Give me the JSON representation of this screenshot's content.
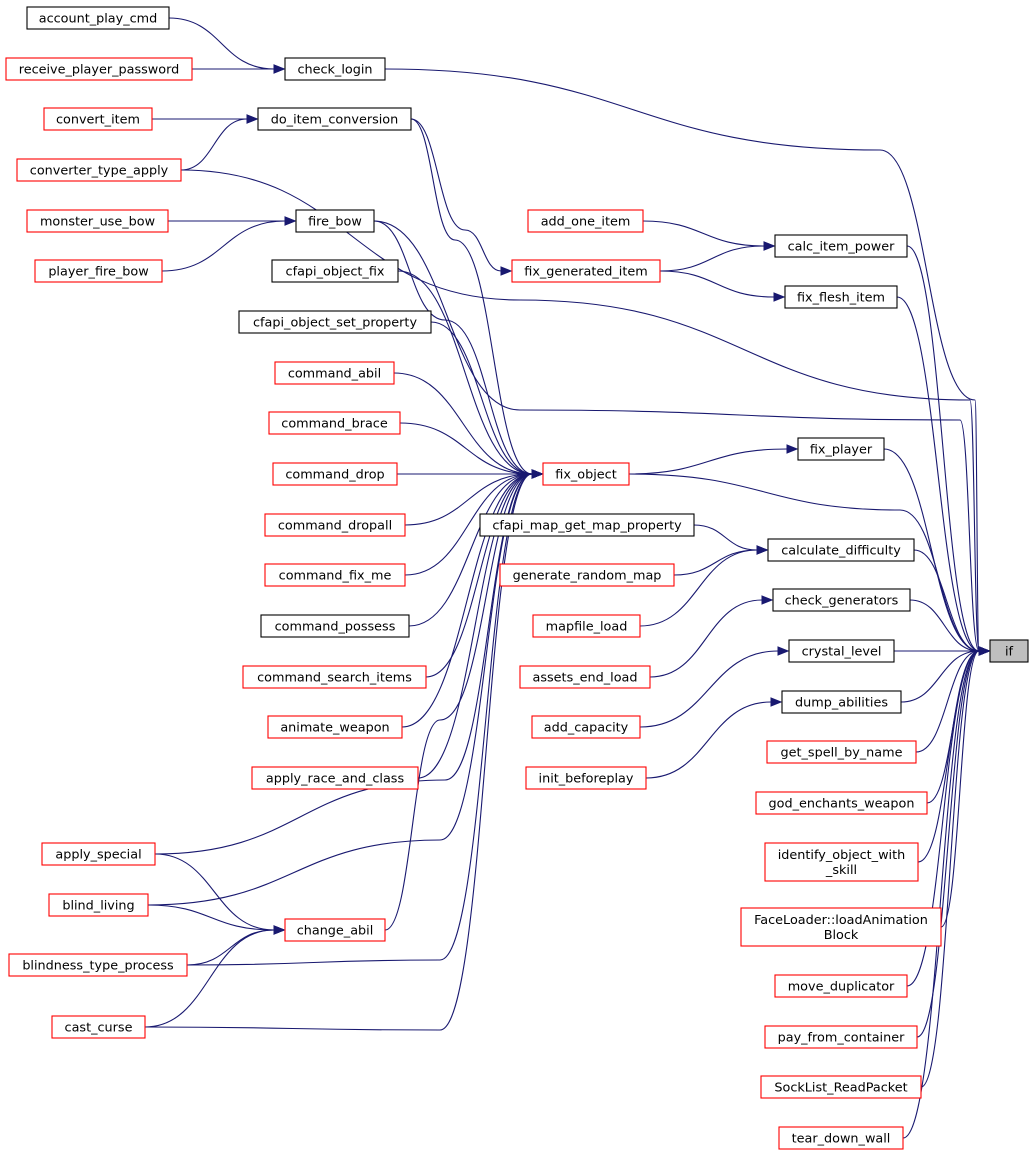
{
  "diagram": {
    "type": "call-graph",
    "colors": {
      "edge": "#191970",
      "normal_border": "#000000",
      "truncated_border": "#ff0000",
      "target_fill": "#bfbfbf"
    },
    "nodes": [
      {
        "id": "account_play_cmd",
        "lines": [
          "account_play_cmd"
        ],
        "style": "black"
      },
      {
        "id": "receive_player_password",
        "lines": [
          "receive_player_password"
        ],
        "style": "red"
      },
      {
        "id": "check_login",
        "lines": [
          "check_login"
        ],
        "style": "black"
      },
      {
        "id": "convert_item",
        "lines": [
          "convert_item"
        ],
        "style": "red"
      },
      {
        "id": "do_item_conversion",
        "lines": [
          "do_item_conversion"
        ],
        "style": "black"
      },
      {
        "id": "converter_type_apply",
        "lines": [
          "converter_type_apply"
        ],
        "style": "red"
      },
      {
        "id": "monster_use_bow",
        "lines": [
          "monster_use_bow"
        ],
        "style": "red"
      },
      {
        "id": "fire_bow",
        "lines": [
          "fire_bow"
        ],
        "style": "black"
      },
      {
        "id": "player_fire_bow",
        "lines": [
          "player_fire_bow"
        ],
        "style": "red"
      },
      {
        "id": "cfapi_object_fix",
        "lines": [
          "cfapi_object_fix"
        ],
        "style": "black"
      },
      {
        "id": "cfapi_object_set_property",
        "lines": [
          "cfapi_object_set_property"
        ],
        "style": "black"
      },
      {
        "id": "command_abil",
        "lines": [
          "command_abil"
        ],
        "style": "red"
      },
      {
        "id": "command_brace",
        "lines": [
          "command_brace"
        ],
        "style": "red"
      },
      {
        "id": "command_drop",
        "lines": [
          "command_drop"
        ],
        "style": "red"
      },
      {
        "id": "command_dropall",
        "lines": [
          "command_dropall"
        ],
        "style": "red"
      },
      {
        "id": "command_fix_me",
        "lines": [
          "command_fix_me"
        ],
        "style": "red"
      },
      {
        "id": "command_possess",
        "lines": [
          "command_possess"
        ],
        "style": "black"
      },
      {
        "id": "command_search_items",
        "lines": [
          "command_search_items"
        ],
        "style": "red"
      },
      {
        "id": "animate_weapon",
        "lines": [
          "animate_weapon"
        ],
        "style": "red"
      },
      {
        "id": "apply_race_and_class",
        "lines": [
          "apply_race_and_class"
        ],
        "style": "red"
      },
      {
        "id": "apply_special",
        "lines": [
          "apply_special"
        ],
        "style": "red"
      },
      {
        "id": "blind_living",
        "lines": [
          "blind_living"
        ],
        "style": "red"
      },
      {
        "id": "change_abil",
        "lines": [
          "change_abil"
        ],
        "style": "red"
      },
      {
        "id": "blindness_type_process",
        "lines": [
          "blindness_type_process"
        ],
        "style": "red"
      },
      {
        "id": "cast_curse",
        "lines": [
          "cast_curse"
        ],
        "style": "red"
      },
      {
        "id": "fix_object",
        "lines": [
          "fix_object"
        ],
        "style": "red"
      },
      {
        "id": "add_one_item",
        "lines": [
          "add_one_item"
        ],
        "style": "red"
      },
      {
        "id": "fix_generated_item",
        "lines": [
          "fix_generated_item"
        ],
        "style": "red"
      },
      {
        "id": "calc_item_power",
        "lines": [
          "calc_item_power"
        ],
        "style": "black"
      },
      {
        "id": "fix_flesh_item",
        "lines": [
          "fix_flesh_item"
        ],
        "style": "black"
      },
      {
        "id": "fix_player",
        "lines": [
          "fix_player"
        ],
        "style": "black"
      },
      {
        "id": "cfapi_map_get_map_property",
        "lines": [
          "cfapi_map_get_map_property"
        ],
        "style": "black"
      },
      {
        "id": "generate_random_map",
        "lines": [
          "generate_random_map"
        ],
        "style": "red"
      },
      {
        "id": "calculate_difficulty",
        "lines": [
          "calculate_difficulty"
        ],
        "style": "black"
      },
      {
        "id": "mapfile_load",
        "lines": [
          "mapfile_load"
        ],
        "style": "red"
      },
      {
        "id": "check_generators",
        "lines": [
          "check_generators"
        ],
        "style": "black"
      },
      {
        "id": "assets_end_load",
        "lines": [
          "assets_end_load"
        ],
        "style": "red"
      },
      {
        "id": "crystal_level",
        "lines": [
          "crystal_level"
        ],
        "style": "black"
      },
      {
        "id": "add_capacity",
        "lines": [
          "add_capacity"
        ],
        "style": "red"
      },
      {
        "id": "dump_abilities",
        "lines": [
          "dump_abilities"
        ],
        "style": "black"
      },
      {
        "id": "init_beforeplay",
        "lines": [
          "init_beforeplay"
        ],
        "style": "red"
      },
      {
        "id": "get_spell_by_name",
        "lines": [
          "get_spell_by_name"
        ],
        "style": "red"
      },
      {
        "id": "god_enchants_weapon",
        "lines": [
          "god_enchants_weapon"
        ],
        "style": "red"
      },
      {
        "id": "identify_object_with_skill",
        "lines": [
          "identify_object_with",
          "_skill"
        ],
        "style": "red"
      },
      {
        "id": "FaceLoader_loadAnimationBlock",
        "lines": [
          "FaceLoader::loadAnimation",
          "Block"
        ],
        "style": "red"
      },
      {
        "id": "move_duplicator",
        "lines": [
          "move_duplicator"
        ],
        "style": "red"
      },
      {
        "id": "pay_from_container",
        "lines": [
          "pay_from_container"
        ],
        "style": "red"
      },
      {
        "id": "SockList_ReadPacket",
        "lines": [
          "SockList_ReadPacket"
        ],
        "style": "red"
      },
      {
        "id": "tear_down_wall",
        "lines": [
          "tear_down_wall"
        ],
        "style": "red"
      },
      {
        "id": "if",
        "lines": [
          "if"
        ],
        "style": "target"
      }
    ],
    "edges": [
      [
        "account_play_cmd",
        "check_login"
      ],
      [
        "receive_player_password",
        "check_login"
      ],
      [
        "check_login",
        "if"
      ],
      [
        "convert_item",
        "do_item_conversion"
      ],
      [
        "converter_type_apply",
        "do_item_conversion"
      ],
      [
        "do_item_conversion",
        "fix_generated_item"
      ],
      [
        "do_item_conversion",
        "fix_object"
      ],
      [
        "converter_type_apply",
        "if"
      ],
      [
        "monster_use_bow",
        "fire_bow"
      ],
      [
        "player_fire_bow",
        "fire_bow"
      ],
      [
        "fire_bow",
        "fix_object"
      ],
      [
        "fire_bow",
        "if"
      ],
      [
        "cfapi_object_fix",
        "fix_object"
      ],
      [
        "cfapi_object_set_property",
        "fix_object"
      ],
      [
        "command_abil",
        "fix_object"
      ],
      [
        "command_brace",
        "fix_object"
      ],
      [
        "command_drop",
        "fix_object"
      ],
      [
        "command_dropall",
        "fix_object"
      ],
      [
        "command_fix_me",
        "fix_object"
      ],
      [
        "command_possess",
        "fix_object"
      ],
      [
        "command_search_items",
        "fix_object"
      ],
      [
        "animate_weapon",
        "fix_object"
      ],
      [
        "apply_race_and_class",
        "fix_object"
      ],
      [
        "apply_special",
        "fix_object"
      ],
      [
        "apply_special",
        "change_abil"
      ],
      [
        "blind_living",
        "fix_object"
      ],
      [
        "blind_living",
        "change_abil"
      ],
      [
        "change_abil",
        "fix_object"
      ],
      [
        "blindness_type_process",
        "change_abil"
      ],
      [
        "blindness_type_process",
        "fix_object"
      ],
      [
        "cast_curse",
        "change_abil"
      ],
      [
        "cast_curse",
        "fix_object"
      ],
      [
        "add_one_item",
        "calc_item_power"
      ],
      [
        "fix_generated_item",
        "calc_item_power"
      ],
      [
        "fix_generated_item",
        "fix_flesh_item"
      ],
      [
        "calc_item_power",
        "if"
      ],
      [
        "fix_flesh_item",
        "if"
      ],
      [
        "fix_object",
        "fix_player"
      ],
      [
        "fix_object",
        "if"
      ],
      [
        "fix_player",
        "if"
      ],
      [
        "cfapi_map_get_map_property",
        "calculate_difficulty"
      ],
      [
        "generate_random_map",
        "calculate_difficulty"
      ],
      [
        "mapfile_load",
        "calculate_difficulty"
      ],
      [
        "calculate_difficulty",
        "if"
      ],
      [
        "assets_end_load",
        "check_generators"
      ],
      [
        "check_generators",
        "if"
      ],
      [
        "add_capacity",
        "crystal_level"
      ],
      [
        "crystal_level",
        "if"
      ],
      [
        "init_beforeplay",
        "dump_abilities"
      ],
      [
        "dump_abilities",
        "if"
      ],
      [
        "get_spell_by_name",
        "if"
      ],
      [
        "god_enchants_weapon",
        "if"
      ],
      [
        "identify_object_with_skill",
        "if"
      ],
      [
        "FaceLoader_loadAnimationBlock",
        "if"
      ],
      [
        "move_duplicator",
        "if"
      ],
      [
        "pay_from_container",
        "if"
      ],
      [
        "SockList_ReadPacket",
        "if"
      ],
      [
        "tear_down_wall",
        "if"
      ]
    ]
  }
}
